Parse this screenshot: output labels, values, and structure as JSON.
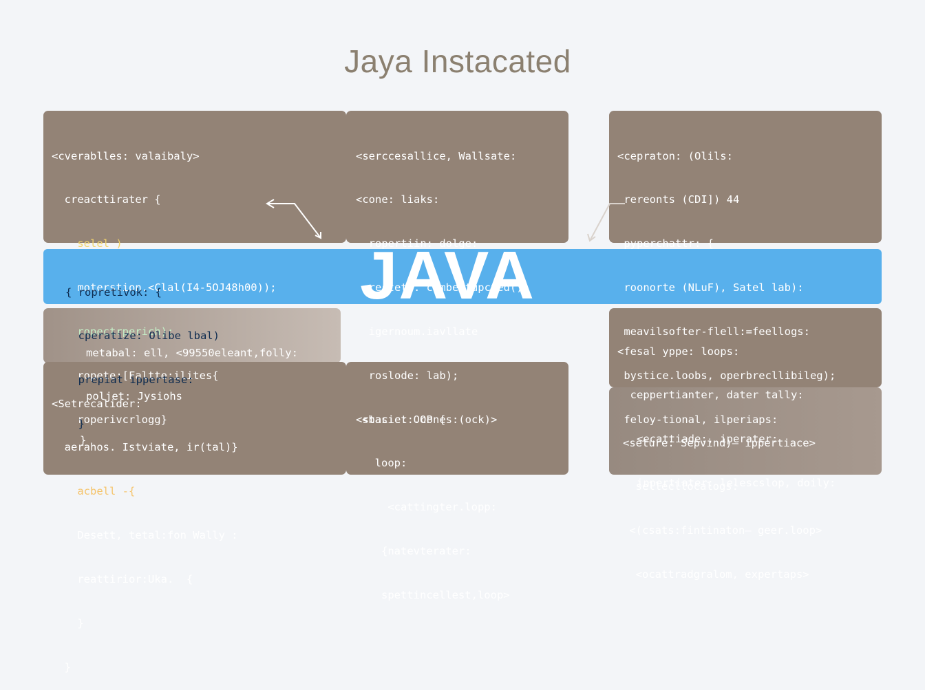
{
  "title": "Jaya Instacated",
  "banner": "JAVA",
  "panels": {
    "top_left": [
      "<cverablles: valaibaly>",
      "  creacttirater {",
      "    selel )",
      "    moterstion.<Clal(I4-5OJ48h00));",
      "    ropectrperich);",
      "    ropete:[Faltte:ilites{",
      "    roperivcrlogg}"
    ],
    "top_mid": [
      "<serccesallice, Wallsate:",
      "<cone: liaks:",
      "  ropertiin: dolge:",
      "  restett. combertupcted()",
      "  igernoum.iavllate",
      "  roslode: lab);",
      "<staciet:.cones:(ock)>"
    ],
    "top_right": [
      "<cepraton: (Olils:",
      " rereonts (CDI]) 44",
      " pyperchattr: {",
      " roonorte (NLuF), Satel lab):",
      " meavilsofter-flell:=feellogs:",
      " bystice.loobs, operbrecllibileg);",
      " feloy-tional, ilperiaps:"
    ],
    "band_left": [
      "{ ropretivok: {",
      "  cperatize: Olibe lbal)",
      "  prepiat ippertase:",
      "  }"
    ],
    "mid_left": [
      "metabal: ell, <99550eleant,folly:",
      "poljet: Jysiohs",
      "}"
    ],
    "mid_right": [
      "<fesal yppe: loops:",
      "  ceppertianter, dater tally:",
      "   <ecattiade:, iperater:",
      "   inpertiater: lelescslop, doily:"
    ],
    "bottom_left": [
      "<Setrecalider:",
      "  aerahos. Istviate, ir(tal)}",
      "    acbell -{",
      "    Desett, tetal:fon Wally :",
      "    reattirior:Uka.  {",
      "    }",
      "  }"
    ],
    "bottom_mid": [
      "<basic: OOP {",
      "  loop:",
      "    <cattingter.lopp:",
      "   {natevterater:",
      "   spettincellest,loop>"
    ],
    "bottom_right": [
      "<seture: Sepvind)— ippertiace>",
      "  sellecllocalogs:",
      " <(csats:fintinaton— geer.loop>",
      "  <ocattradgralom, expertaps>"
    ]
  },
  "colors": {
    "background": "#f3f5f8",
    "panel": "#938376",
    "band": "#58b0ec",
    "title": "#8b8070"
  }
}
